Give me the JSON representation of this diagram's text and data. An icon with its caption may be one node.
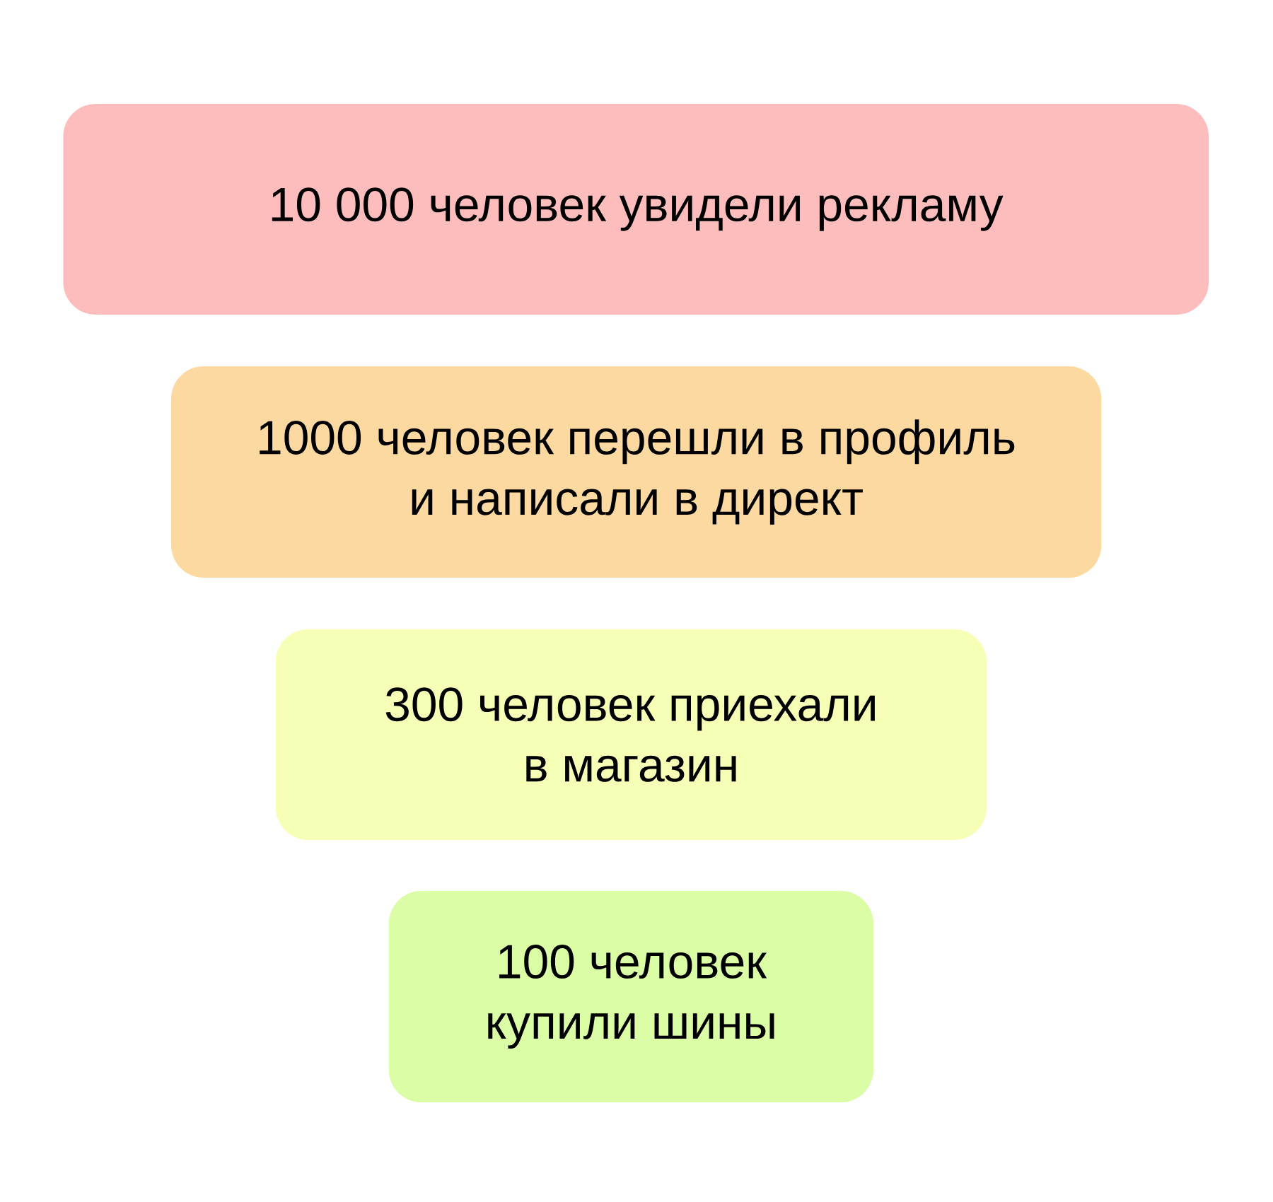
{
  "diagram": {
    "nodes": [
      {
        "text": [
          "10 000 человек увидели рекламу"
        ]
      },
      {
        "text": [
          "1000 человек перешли в профиль и написали в директ"
        ]
      },
      {
        "text": [
          "300 человек приехали в магазин"
        ]
      },
      {
        "text": [
          "100 человек купили шины"
        ]
      }
    ]
  }
}
